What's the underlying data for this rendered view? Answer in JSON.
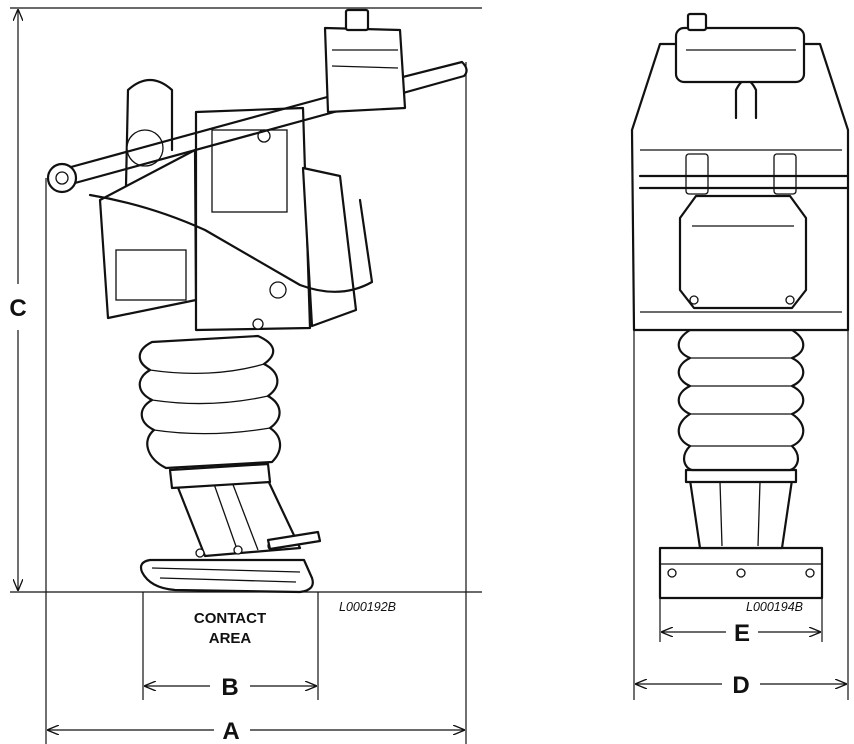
{
  "labels": {
    "dim_a": "A",
    "dim_b": "B",
    "dim_c": "C",
    "dim_d": "D",
    "dim_e": "E",
    "contact_line1": "CONTACT",
    "contact_line2": "AREA",
    "ref_side": "L000192B",
    "ref_front": "L000194B"
  }
}
